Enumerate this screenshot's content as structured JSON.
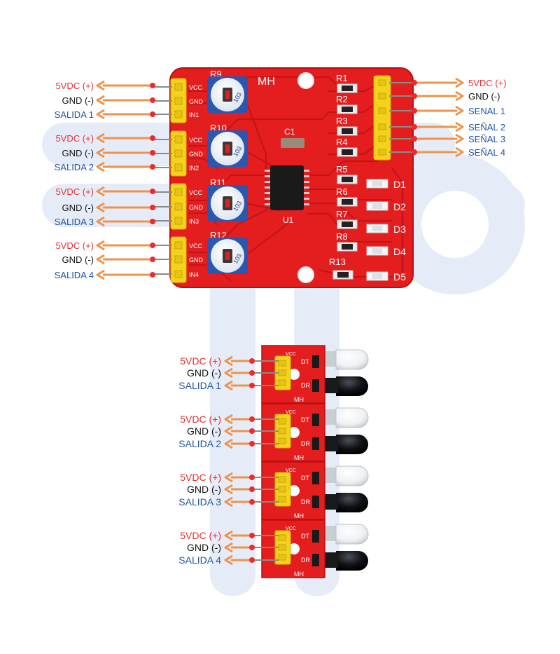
{
  "colors": {
    "pcb": "#e41e1e",
    "pcb_dark": "#b80f12",
    "trace": "#c51417",
    "arrow": "#f0924a",
    "dot": "#ee2b2b",
    "power_label": "#e8302e",
    "gnd_label": "#111111",
    "signal_label": "#1f55a8",
    "watermark": "#e5ecf8",
    "header": "#f3d21c"
  },
  "main_board": {
    "brand": "MH",
    "left_groups": [
      {
        "power": "5VDC (+)",
        "gnd": "GND (-)",
        "signal": "SALIDA 1"
      },
      {
        "power": "5VDC (+)",
        "gnd": "GND (-)",
        "signal": "SALIDA 2"
      },
      {
        "power": "5VDC (+)",
        "gnd": "GND (-)",
        "signal": "SALIDA 3"
      },
      {
        "power": "5VDC (+)",
        "gnd": "GND (-)",
        "signal": "SALIDA 4"
      }
    ],
    "left_header_pins": [
      [
        "VCC",
        "GND",
        "IN1"
      ],
      [
        "VCC",
        "GND",
        "IN2"
      ],
      [
        "VCC",
        "GND",
        "IN3"
      ],
      [
        "VCC",
        "GND",
        "IN4"
      ]
    ],
    "right_labels": [
      "5VDC (+)",
      "GND (-)",
      "SENAL 1",
      "SEÑAL 2",
      "SEÑAL 3",
      "SEÑAL 4"
    ],
    "pot_labels": [
      "R9",
      "R10",
      "R11",
      "R12"
    ],
    "pot_code": "103",
    "resistor_labels": [
      "R1",
      "R2",
      "R3",
      "R4",
      "R5",
      "R6",
      "R7",
      "R8",
      "R13"
    ],
    "led_labels": [
      "D1",
      "D2",
      "D3",
      "D4",
      "D5"
    ],
    "capacitor_label": "C1",
    "ic_label": "U1"
  },
  "sensor_modules": [
    {
      "power": "5VDC (+)",
      "gnd": "GND (-)",
      "signal": "SALIDA 1"
    },
    {
      "power": "5VDC (+)",
      "gnd": "GND (-)",
      "signal": "SALIDA 2"
    },
    {
      "power": "5VDC (+)",
      "gnd": "GND (-)",
      "signal": "SALIDA 3"
    },
    {
      "power": "5VDC (+)",
      "gnd": "GND (-)",
      "signal": "SALIDA 4"
    }
  ],
  "sensor_silk": {
    "dt": "DT",
    "dr": "DR",
    "brand": "MH",
    "vcc": "VCC"
  }
}
